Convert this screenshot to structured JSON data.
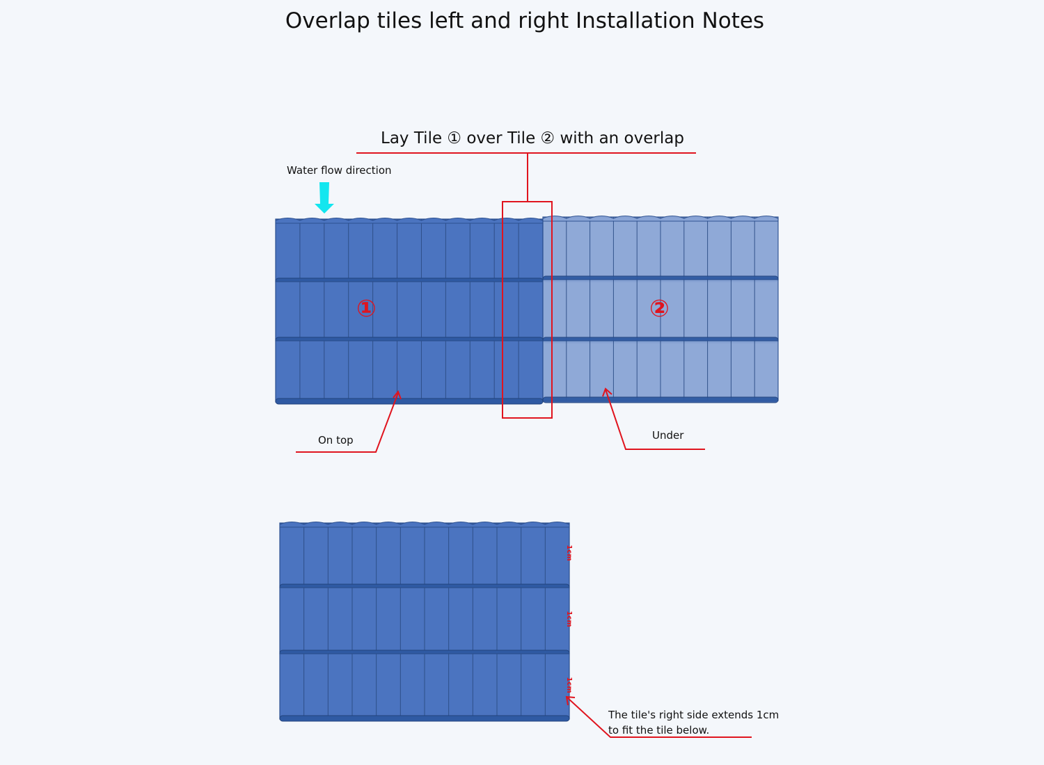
{
  "title": "Overlap tiles left and right Installation Notes",
  "overlap_label": "Lay Tile ① over Tile ② with an overlap",
  "water_flow_label": "Water flow direction",
  "tile1_marker": "①",
  "tile2_marker": "②",
  "on_top_label": "On top",
  "under_label": "Under",
  "extension_mark": "1cm",
  "note_line1": "The tile's right side extends 1cm",
  "note_line2": "to fit the tile below.",
  "colors": {
    "tile_top": "#4b74c0",
    "tile_under": "#8aa5d6",
    "annotation": "#e0141e",
    "arrow": "#13e6ef"
  }
}
